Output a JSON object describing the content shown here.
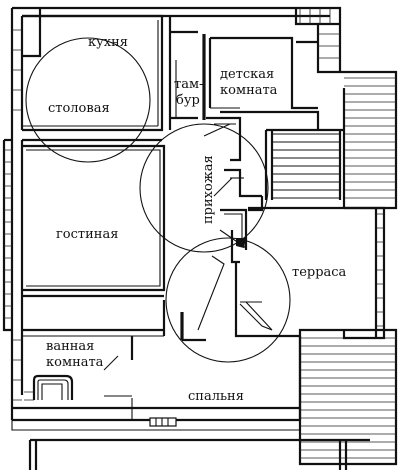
{
  "rooms": {
    "kitchen": "кухня",
    "dining": "столовая",
    "vestibule_top": "там-",
    "vestibule_bottom": "бур",
    "kids_top": "детская",
    "kids_bottom": "комната",
    "hall": "прихожая",
    "living": "гостиная",
    "terrace": "терраса",
    "bath_top": "ванная",
    "bath_bottom": "комната",
    "bedroom": "спальня"
  },
  "colors": {
    "line": "#111111",
    "background": "#ffffff"
  }
}
